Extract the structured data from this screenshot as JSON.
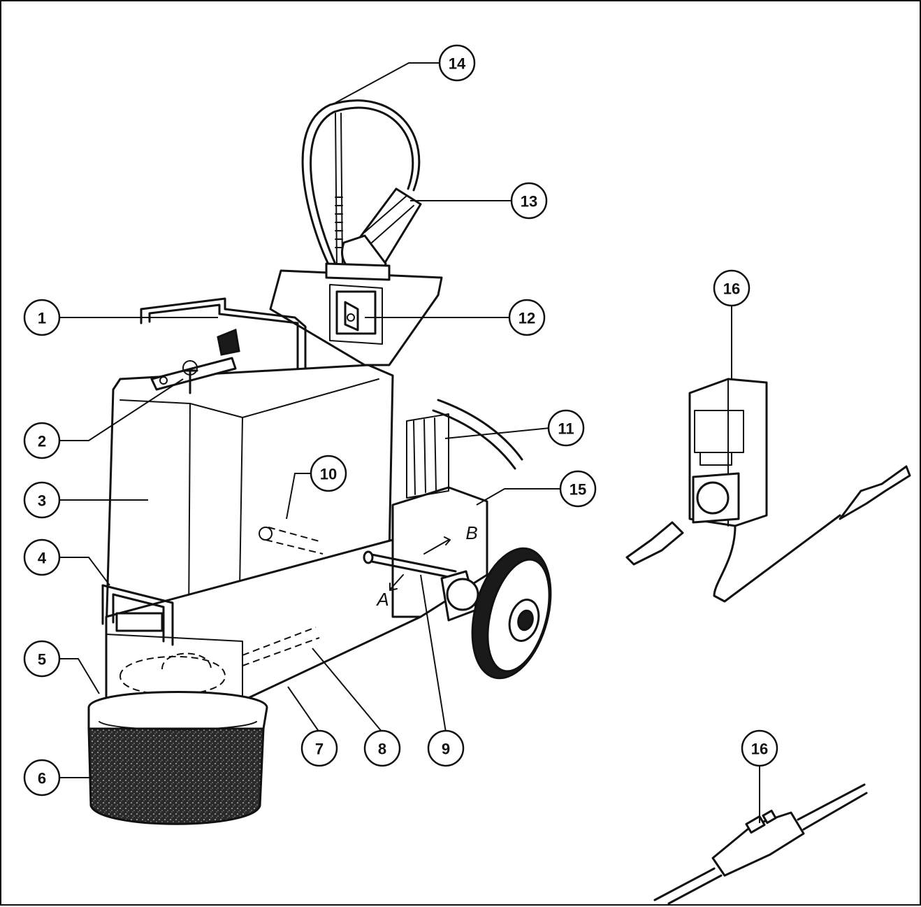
{
  "callouts": {
    "c1": "1",
    "c2": "2",
    "c3": "3",
    "c4": "4",
    "c5": "5",
    "c6": "6",
    "c7": "7",
    "c8": "8",
    "c9": "9",
    "c10": "10",
    "c11": "11",
    "c12": "12",
    "c13": "13",
    "c14": "14",
    "c15": "15",
    "c16a": "16",
    "c16b": "16"
  },
  "direction_labels": {
    "a": "A",
    "b": "B"
  }
}
